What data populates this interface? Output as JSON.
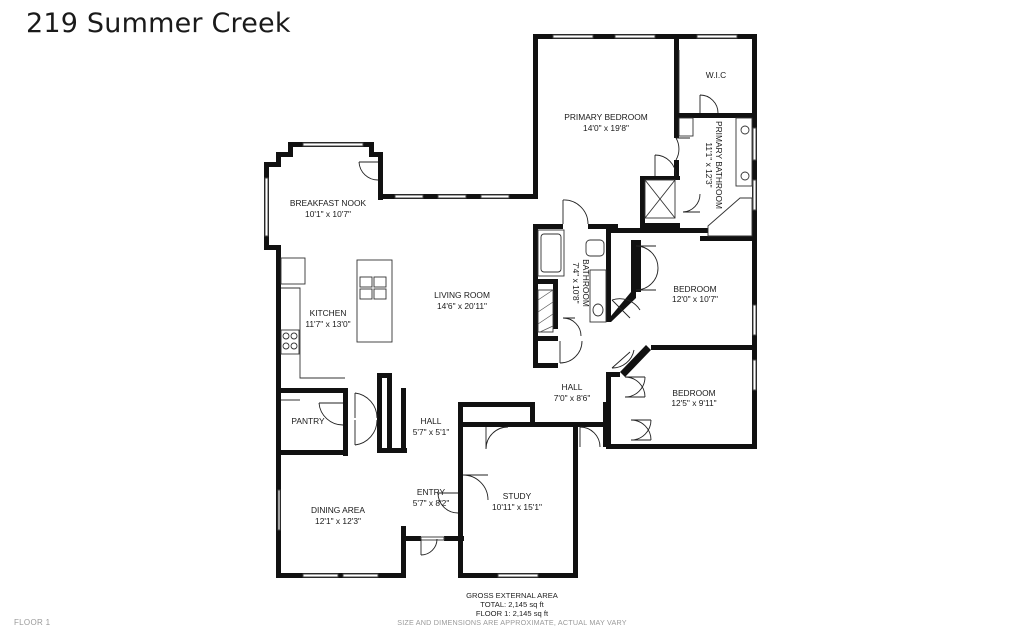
{
  "title": "219 Summer Creek",
  "rooms": {
    "primary_bedroom": {
      "name": "PRIMARY BEDROOM",
      "dim": "14'0\" x 19'8\""
    },
    "wic": {
      "name": "W.I.C"
    },
    "primary_bathroom": {
      "name": "PRIMARY BATHROOM",
      "dim": "11'1\" x 12'3\""
    },
    "breakfast_nook": {
      "name": "BREAKFAST NOOK",
      "dim": "10'1\" x 10'7\""
    },
    "kitchen": {
      "name": "KITCHEN",
      "dim": "11'7\" x 13'0\""
    },
    "living_room": {
      "name": "LIVING ROOM",
      "dim": "14'6\" x 20'11\""
    },
    "bathroom": {
      "name": "BATHROOM",
      "dim": "7'4\" x 10'8\""
    },
    "bedroom_1": {
      "name": "BEDROOM",
      "dim": "12'0\" x 10'7\""
    },
    "bedroom_2": {
      "name": "BEDROOM",
      "dim": "12'5\" x 9'11\""
    },
    "hall_east": {
      "name": "HALL",
      "dim": "7'0\" x 8'6\""
    },
    "pantry": {
      "name": "PANTRY"
    },
    "hall_west": {
      "name": "HALL",
      "dim": "5'7\" x 5'1\""
    },
    "entry": {
      "name": "ENTRY",
      "dim": "5'7\" x 8'2\""
    },
    "study": {
      "name": "STUDY",
      "dim": "10'11\" x 15'1\""
    },
    "dining_area": {
      "name": "DINING AREA",
      "dim": "12'1\" x 12'3\""
    }
  },
  "footer": {
    "heading": "GROSS EXTERNAL AREA",
    "total": "TOTAL: 2,145 sq ft",
    "floor1": "FLOOR 1: 2,145 sq ft",
    "disclaimer": "SIZE AND DIMENSIONS ARE APPROXIMATE, ACTUAL MAY VARY",
    "floor_label": "FLOOR 1"
  }
}
